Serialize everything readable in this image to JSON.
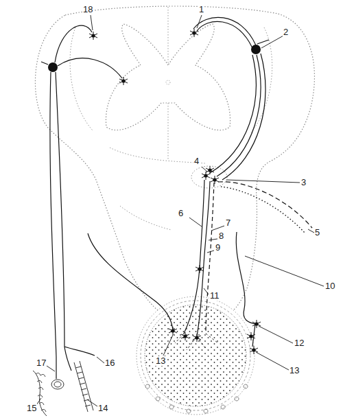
{
  "diagram": {
    "labels": [
      "18",
      "1",
      "2",
      "4",
      "3",
      "6",
      "7",
      "8",
      "9",
      "5",
      "10",
      "11",
      "12",
      "13",
      "16",
      "17",
      "13",
      "15",
      "14"
    ]
  }
}
